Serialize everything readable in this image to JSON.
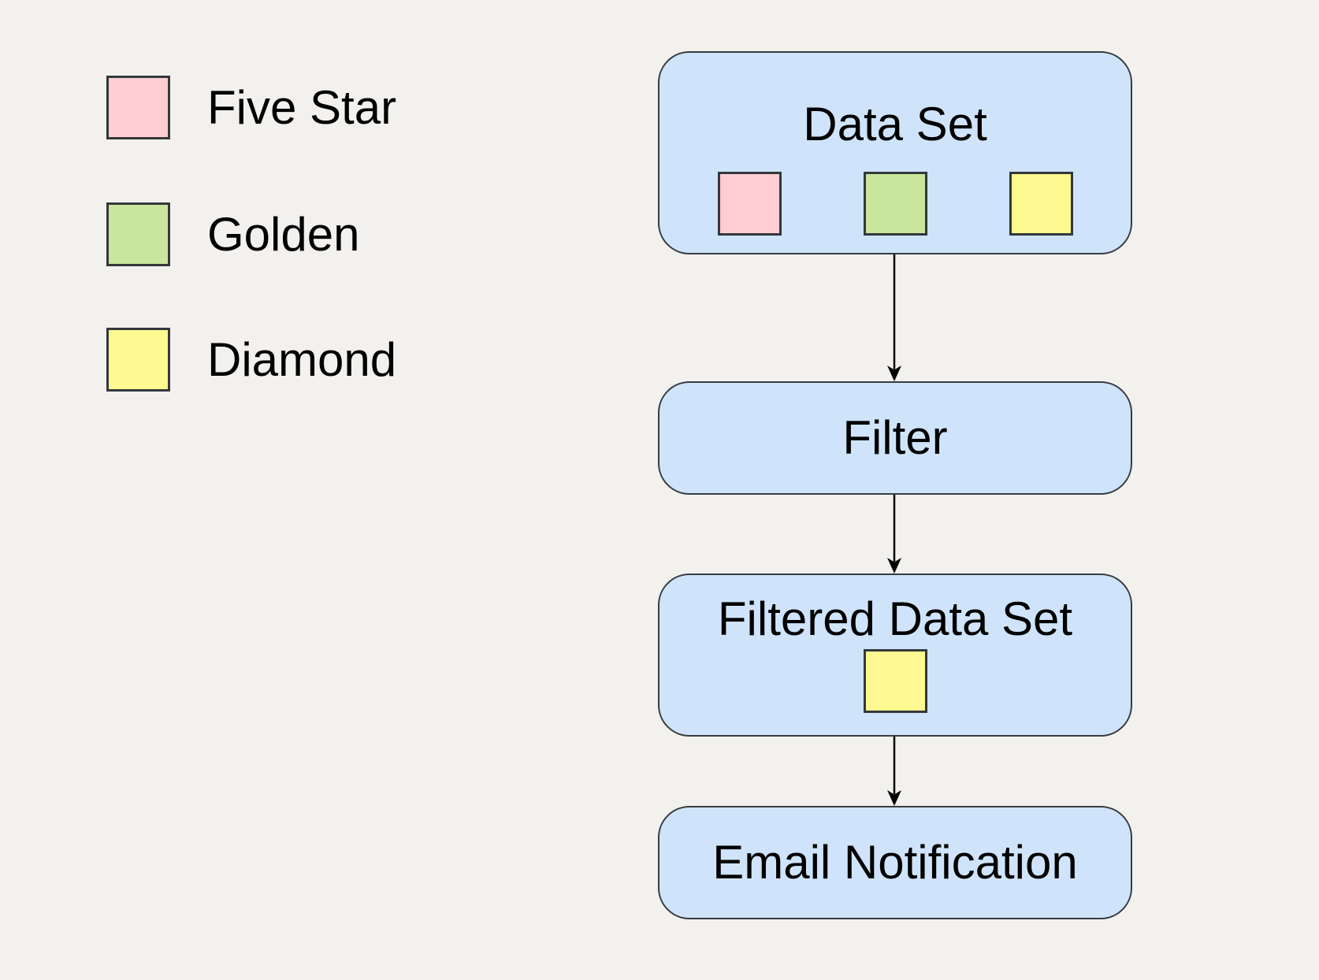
{
  "background": "#F3F1EE",
  "styles": {
    "node_fill": "#CFE4FB",
    "node_border": "#373C41",
    "swatch_border": "#33383C",
    "arrow_color": "#000000",
    "text_color": "#000000"
  },
  "legend": {
    "items": [
      {
        "label": "Five Star",
        "color": "#FFCDD2"
      },
      {
        "label": "Golden",
        "color": "#C9E69C"
      },
      {
        "label": "Diamond",
        "color": "#FBF98F"
      }
    ]
  },
  "flow": {
    "nodes": [
      {
        "title": "Data Set",
        "contains": [
          "Five Star",
          "Golden",
          "Diamond"
        ]
      },
      {
        "title": "Filter",
        "contains": []
      },
      {
        "title": "Filtered Data Set",
        "contains": [
          "Diamond"
        ]
      },
      {
        "title": "Email Notification",
        "contains": []
      }
    ]
  }
}
